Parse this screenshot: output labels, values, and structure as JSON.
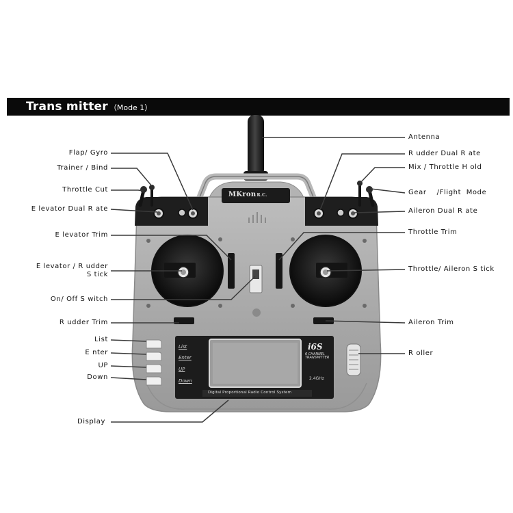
{
  "header": {
    "title": "Trans mitter",
    "subtitle": "（Mode 1）"
  },
  "labels": {
    "antenna": "Antenna",
    "flap_gyro": "Flap/ Gyro",
    "trainer_bind": "Trainer / Bind",
    "throttle_cut": "Throttle  Cut",
    "elevator_dual_rate": "E levator Dual R ate",
    "elevator_trim": "E levator Trim",
    "elevator_rudder_stick_l1": "E levator / R udder",
    "elevator_rudder_stick_l2": "S tick",
    "on_off_switch": "On/ Off  S witch",
    "rudder_trim": "R udder Trim",
    "list": "List",
    "enter": "E nter",
    "up": "UP",
    "down": "Down",
    "display": "Display",
    "rudder_dual_rate": "R udder Dual R ate",
    "mix_throttle_hold": "Mix / Throttle H old",
    "gear_flight_mode": "Gear    /Flight  Mode",
    "aileron_dual_rate": "Aileron Dual R ate",
    "throttle_trim": "Throttle Trim",
    "throttle_aileron_stick": "Throttle/ Aileron  S tick",
    "aileron_trim": "Aileron Trim",
    "roller": "R oller"
  },
  "device": {
    "brand": "MKron",
    "brand_suffix": "R.C.",
    "model": "i6S",
    "channel_text": "6 CHANNEL TRANSMITTER",
    "frequency": "2.4GHz",
    "bottom_strip": "Digital Proportional Radio Control System",
    "panel_buttons": [
      "List",
      "Enter",
      "UP",
      "Down"
    ]
  },
  "colors": {
    "header_bg": "#0a0a0a",
    "header_text": "#ffffff",
    "body_shell": "#a9a9a9",
    "panel_dark": "#1c1c1c",
    "leader_line": "#3a3a3a"
  }
}
